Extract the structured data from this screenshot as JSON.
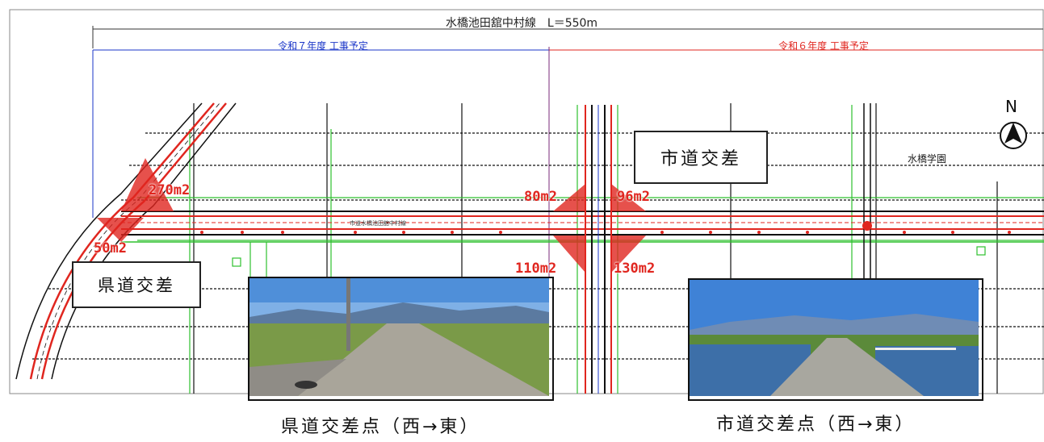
{
  "header": {
    "title": "水橋池田舘中村線　L＝550m",
    "phase_r7": "令和７年度 工事予定",
    "phase_r6": "令和６年度 工事予定"
  },
  "labels": {
    "kendo_box": "県道交差",
    "shido_box": "市道交差",
    "school": "水橋学園",
    "road": "市道水橋池田舘中村線",
    "north": "N"
  },
  "areas": {
    "a270": "270m2",
    "a50": "50m2",
    "a80": "80m2",
    "a96": "96m2",
    "a110": "110m2",
    "a130": "130m2"
  },
  "captions": {
    "kendo_photo": "県道交差点（西→東）",
    "shido_photo": "市道交差点（西→東）"
  },
  "colors": {
    "road_red": "#e0261f",
    "phase_blue": "#1a35c8",
    "parcel_green": "#2ec02e",
    "line_black": "#111111"
  }
}
